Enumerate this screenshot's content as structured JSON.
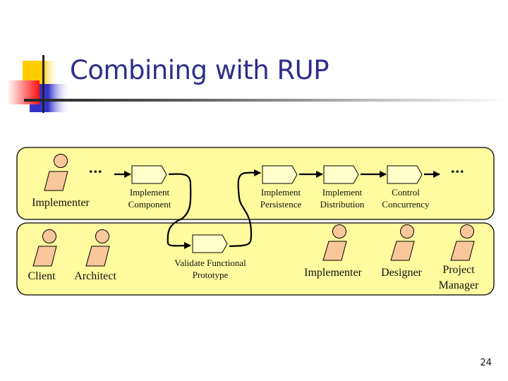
{
  "slide": {
    "title": "Combining with RUP",
    "page_number": "24"
  },
  "colors": {
    "title": "#2E2E8A",
    "lane_fill": "#FFFB9E",
    "actor_fill": "#F9C79A",
    "activity_fill": "#FFFFCC",
    "deco_yellow": "#FFCC00",
    "deco_red": "#FF2020",
    "deco_blue": "#3333CC"
  },
  "lanes": [
    {
      "name": "implementer-lane",
      "actors": [
        {
          "label": "Implementer"
        }
      ],
      "leading_ellipsis": "...",
      "trailing_ellipsis": "...",
      "activities": [
        {
          "label_line1": "Implement",
          "label_line2": "Component"
        },
        {
          "label_line1": "Implement",
          "label_line2": "Persistence"
        },
        {
          "label_line1": "Implement",
          "label_line2": "Distribution"
        },
        {
          "label_line1": "Control",
          "label_line2": "Concurrency"
        }
      ]
    },
    {
      "name": "team-lane",
      "actors": [
        {
          "label_line1": "Client"
        },
        {
          "label_line1": "Architect"
        },
        {
          "label_line1": "Implementer"
        },
        {
          "label_line1": "Designer"
        },
        {
          "label_line1": "Project",
          "label_line2": "Manager"
        }
      ],
      "activities": [
        {
          "label_line1": "Validate Functional",
          "label_line2": "Prototype"
        }
      ]
    }
  ]
}
